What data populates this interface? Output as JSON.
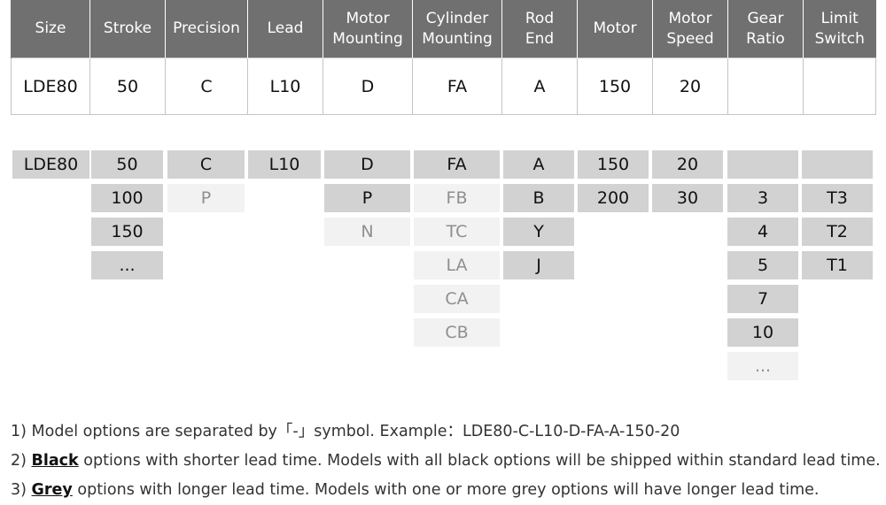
{
  "header": {
    "columns": [
      {
        "label1": "Size",
        "label2": ""
      },
      {
        "label1": "Stroke",
        "label2": ""
      },
      {
        "label1": "Precision",
        "label2": ""
      },
      {
        "label1": "Lead",
        "label2": ""
      },
      {
        "label1": "Motor",
        "label2": "Mounting"
      },
      {
        "label1": "Cylinder",
        "label2": "Mounting"
      },
      {
        "label1": "Rod",
        "label2": "End"
      },
      {
        "label1": "Motor",
        "label2": ""
      },
      {
        "label1": "Motor",
        "label2": "Speed"
      },
      {
        "label1": "Gear",
        "label2": "Ratio"
      },
      {
        "label1": "Limit",
        "label2": "Switch"
      }
    ],
    "example_row": [
      "LDE80",
      "50",
      "C",
      "L10",
      "D",
      "FA",
      "A",
      "150",
      "20",
      "",
      ""
    ]
  },
  "options": {
    "size": [
      {
        "text": "LDE80",
        "tone": "black"
      }
    ],
    "stroke": [
      {
        "text": "50",
        "tone": "black"
      },
      {
        "text": "100",
        "tone": "black"
      },
      {
        "text": "150",
        "tone": "black"
      },
      {
        "text": "...",
        "tone": "black"
      }
    ],
    "precision": [
      {
        "text": "C",
        "tone": "black"
      },
      {
        "text": "P",
        "tone": "grey"
      }
    ],
    "lead": [
      {
        "text": "L10",
        "tone": "black"
      }
    ],
    "motor_mounting": [
      {
        "text": "D",
        "tone": "black"
      },
      {
        "text": "P",
        "tone": "black"
      },
      {
        "text": "N",
        "tone": "grey"
      }
    ],
    "cylinder_mounting": [
      {
        "text": "FA",
        "tone": "black"
      },
      {
        "text": "FB",
        "tone": "grey"
      },
      {
        "text": "TC",
        "tone": "grey"
      },
      {
        "text": "LA",
        "tone": "grey"
      },
      {
        "text": "CA",
        "tone": "grey"
      },
      {
        "text": "CB",
        "tone": "grey"
      }
    ],
    "rod_end": [
      {
        "text": "A",
        "tone": "black"
      },
      {
        "text": "B",
        "tone": "black"
      },
      {
        "text": "Y",
        "tone": "black"
      },
      {
        "text": "J",
        "tone": "black"
      }
    ],
    "motor": [
      {
        "text": "150",
        "tone": "black"
      },
      {
        "text": "200",
        "tone": "black"
      }
    ],
    "motor_speed": [
      {
        "text": "20",
        "tone": "black"
      },
      {
        "text": "30",
        "tone": "black"
      }
    ],
    "gear_ratio": [
      {
        "text": "",
        "tone": "blank"
      },
      {
        "text": "3",
        "tone": "black"
      },
      {
        "text": "4",
        "tone": "black"
      },
      {
        "text": "5",
        "tone": "black"
      },
      {
        "text": "7",
        "tone": "black"
      },
      {
        "text": "10",
        "tone": "black"
      },
      {
        "text": "...",
        "tone": "grey"
      }
    ],
    "limit_switch": [
      {
        "text": "",
        "tone": "blank"
      },
      {
        "text": "T3",
        "tone": "black"
      },
      {
        "text": "T2",
        "tone": "black"
      },
      {
        "text": "T1",
        "tone": "black"
      }
    ]
  },
  "notes": {
    "n1": "1) Model options are separated by「-」symbol. Example：LDE80-C-L10-D-FA-A-150-20",
    "n2_prefix": "2) ",
    "n2_kw": "Black",
    "n2_rest": " options with shorter lead time. Models with all black options will be shipped within standard lead time.",
    "n3_prefix": "3) ",
    "n3_kw": "Grey",
    "n3_rest": " options with longer lead time. Models with one or more grey options will have longer lead time."
  },
  "colors": {
    "header_bg": "#707070",
    "black_option_bg": "#d2d2d2",
    "grey_option_bg": "#f2f2f2",
    "grey_option_text": "#8f8f8f"
  }
}
